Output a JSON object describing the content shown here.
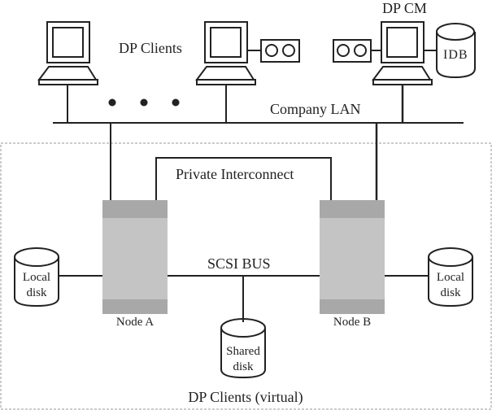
{
  "title": "Data Protector cluster configuration",
  "colors": {
    "line": "#222222",
    "node_body": "#c4c4c4",
    "node_band": "#a8a8a8",
    "dashed_border": "#999999",
    "background": "#ffffff"
  },
  "labels": {
    "dp_clients": "DP Clients",
    "dp_cm": "DP CM",
    "idb": "IDB",
    "company_lan": "Company LAN",
    "private_interconnect": "Private Interconnect",
    "scsi_bus": "SCSI BUS",
    "node_a": "Node A",
    "node_b": "Node B",
    "local_disk_line1": "Local",
    "local_disk_line2": "disk",
    "shared_disk_line1": "Shared",
    "shared_disk_line2": "disk",
    "virtual_clients": "DP Clients (virtual)"
  },
  "icons": {
    "client_computer": "computer-icon",
    "tape_drive": "tape-drive-icon",
    "database": "database-cylinder-icon",
    "server_node": "server-node-icon",
    "ellipsis": "ellipsis-dots-icon"
  }
}
